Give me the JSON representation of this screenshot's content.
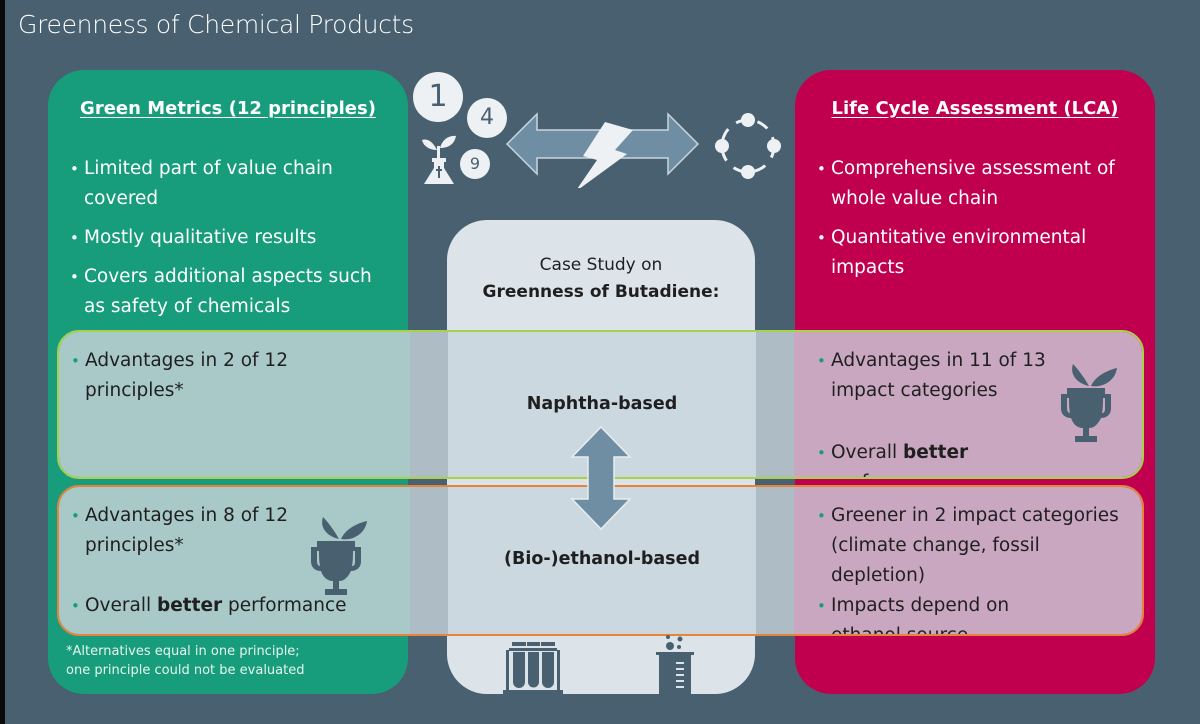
{
  "title": "Greenness of Chemical Products",
  "colors": {
    "background": "#48606f",
    "green_panel": "#179d7c",
    "lca_panel": "#c0004f",
    "center_panel": "#dce4ea",
    "naphtha_band_border": "#a8d24c",
    "ethanol_band_border": "#e8833a",
    "icon": "#48606f"
  },
  "green_metrics": {
    "heading": "Green Metrics (12 principles)",
    "bullets": [
      "Limited part of value chain covered",
      "Mostly qualitative results",
      "Covers additional aspects such as safety of chemicals"
    ],
    "footnote_line1": "*Alternatives equal in one principle;",
    "footnote_line2": "one principle could not be evaluated"
  },
  "lca": {
    "heading": "Life Cycle Assessment (LCA)",
    "bullets": [
      "Comprehensive assessment of whole value chain",
      "Quantitative environmental impacts"
    ]
  },
  "principle_icons": [
    "1",
    "4",
    "9"
  ],
  "case_study": {
    "line1": "Case Study on",
    "line2": "Greenness of Butadiene:",
    "option_a": "Naphtha-based",
    "option_b": "(Bio-)ethanol-based"
  },
  "naphtha_row": {
    "green_metrics": {
      "bullet1": "Advantages in 2 of 12 principles*"
    },
    "lca": {
      "bullet1": "Advantages in 11 of 13 impact categories",
      "bullet2_pre": "Overall ",
      "bullet2_bold": "better",
      "bullet2_post": " performance"
    }
  },
  "ethanol_row": {
    "green_metrics": {
      "bullet1": "Advantages in 8 of 12 principles*",
      "bullet2_pre": "Overall ",
      "bullet2_bold": "better",
      "bullet2_post": " performance"
    },
    "lca": {
      "bullet1": "Greener in 2 impact categories (climate change, fossil depletion)",
      "bullet2": "Impacts depend on ethanol source"
    }
  }
}
